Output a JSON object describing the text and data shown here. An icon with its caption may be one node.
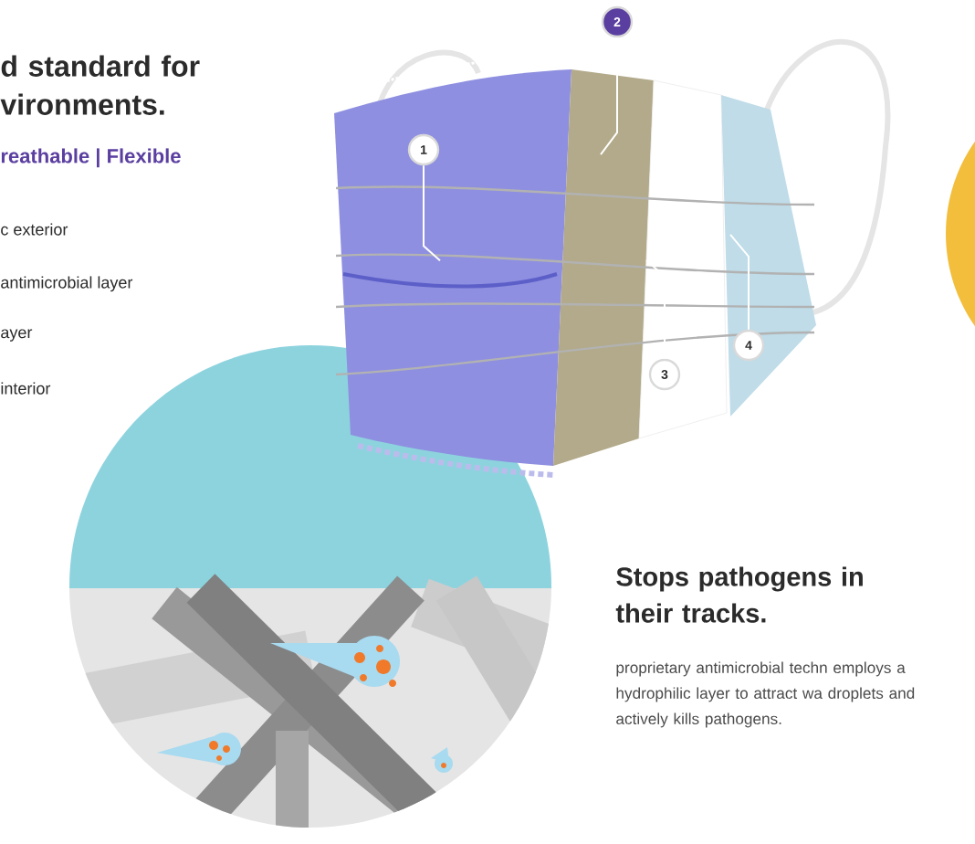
{
  "diagram": {
    "nodes": [
      {
        "text": [
          "1"
        ]
      },
      {
        "text": [
          "2"
        ]
      },
      {
        "text": [
          "3"
        ]
      },
      {
        "text": [
          "4"
        ]
      }
    ],
    "edges": [
      {
        "from": 0,
        "to": null,
        "arrow": "none"
      },
      {
        "from": 1,
        "to": null,
        "arrow": "none"
      },
      {
        "from": 2,
        "to": null,
        "arrow": "none"
      },
      {
        "from": 3,
        "to": null,
        "arrow": "none"
      }
    ],
    "labels": [
      "d standard for vironments.",
      "reathable | Flexible",
      "c exterior",
      "antimicrobial layer",
      "ayer",
      "interior",
      "Stops pathogens in their tracks.",
      "proprietary antimicrobial techn employs a hydrophilic layer to attract wa droplets and actively kills pathogens."
    ]
  }
}
